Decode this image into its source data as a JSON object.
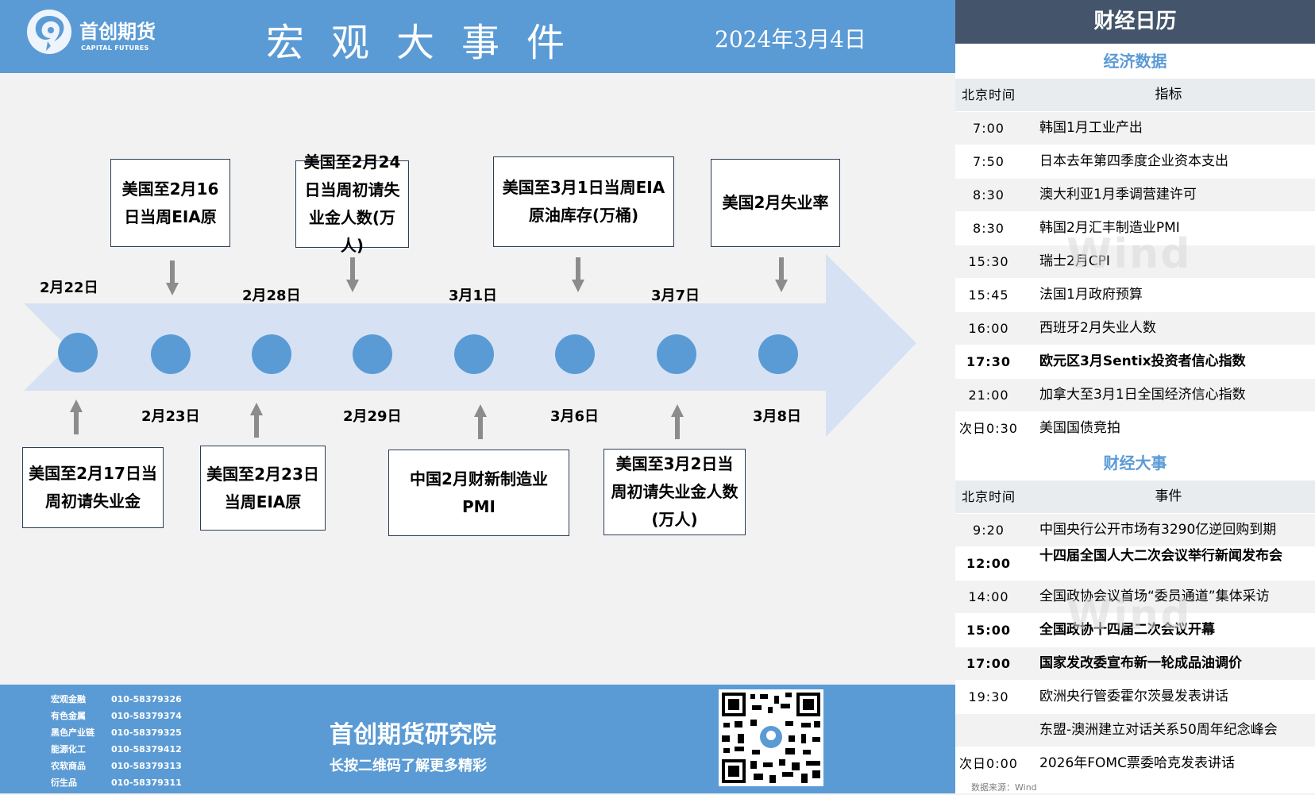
{
  "header": {
    "logo_cn": "首创期货",
    "logo_en": "CAPITAL FUTURES",
    "title": "宏观大事件",
    "date": "2024年3月4日"
  },
  "timeline": {
    "top_events": [
      "美国至2月16日当周EIA原",
      "美国至2月24日当周初请失业金人数(万人)",
      "美国至3月1日当周EIA原油库存(万桶)",
      "美国2月失业率"
    ],
    "top_dates": [
      "2月22日",
      "2月28日",
      "3月1日",
      "3月7日"
    ],
    "bottom_dates": [
      "2月23日",
      "2月29日",
      "3月6日",
      "3月8日"
    ],
    "bottom_events": [
      "美国至2月17日当周初请失业金",
      "美国至2月23日当周EIA原",
      "中国2月财新制造业PMI",
      "美国至3月2日当周初请失业金人数(万人)"
    ]
  },
  "footer": {
    "contacts": [
      {
        "name": "宏观金融",
        "phone": "010-58379326"
      },
      {
        "name": "有色金属",
        "phone": "010-58379374"
      },
      {
        "name": "黑色产业链",
        "phone": "010-58379325"
      },
      {
        "name": "能源化工",
        "phone": "010-58379412"
      },
      {
        "name": "农软商品",
        "phone": "010-58379313"
      },
      {
        "name": "衍生品",
        "phone": "010-58379311"
      }
    ],
    "institute": "首创期货研究院",
    "tagline": "长按二维码了解更多精彩"
  },
  "calendar": {
    "title": "财经日历",
    "econ_title": "经济数据",
    "econ_head": {
      "time": "北京时间",
      "item": "指标"
    },
    "econ": [
      {
        "time": "7:00",
        "item": "韩国1月工业产出",
        "bold": false
      },
      {
        "time": "7:50",
        "item": "日本去年第四季度企业资本支出",
        "bold": false
      },
      {
        "time": "8:30",
        "item": "澳大利亚1月季调营建许可",
        "bold": false
      },
      {
        "time": "8:30",
        "item": "韩国2月汇丰制造业PMI",
        "bold": false
      },
      {
        "time": "15:30",
        "item": "瑞士2月CPI",
        "bold": false
      },
      {
        "time": "15:45",
        "item": "法国1月政府预算",
        "bold": false
      },
      {
        "time": "16:00",
        "item": "西班牙2月失业人数",
        "bold": false
      },
      {
        "time": "17:30",
        "item": "欧元区3月Sentix投资者信心指数",
        "bold": true
      },
      {
        "time": "21:00",
        "item": "加拿大至3月1日全国经济信心指数",
        "bold": false
      },
      {
        "time": "次日0:30",
        "item": "美国国债竞拍",
        "bold": false
      }
    ],
    "events_title": "财经大事",
    "events_head": {
      "time": "北京时间",
      "item": "事件"
    },
    "events": [
      {
        "time": "9:20",
        "item": "中国央行公开市场有3290亿逆回购到期",
        "bold": false
      },
      {
        "time": "12:00",
        "item": "十四届全国人大二次会议举行新闻发布会",
        "bold": true
      },
      {
        "time": "14:00",
        "item": "全国政协会议首场“委员通道”集体采访",
        "bold": false
      },
      {
        "time": "15:00",
        "item": "全国政协十四届二次会议开幕",
        "bold": true
      },
      {
        "time": "17:00",
        "item": "国家发改委宣布新一轮成品油调价",
        "bold": true
      },
      {
        "time": "19:30",
        "item": "欧洲央行管委霍尔茨曼发表讲话",
        "bold": false
      },
      {
        "time": "",
        "item": "东盟-澳洲建立对话关系50周年纪念峰会",
        "bold": false
      },
      {
        "time": "次日0:00",
        "item": "2026年FOMC票委哈克发表讲话",
        "bold": false
      }
    ],
    "source": "数据来源：Wind",
    "watermark": "Wind"
  },
  "colors": {
    "accent": "#5b9bd5",
    "dark": "#44546a",
    "arrow": "#d6e2f3"
  }
}
